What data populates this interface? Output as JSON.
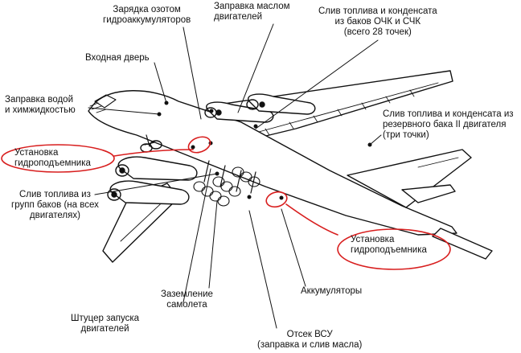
{
  "callouts": {
    "nitrogen": [
      "Зарядка озотом",
      "гидроаккумуляторов"
    ],
    "oil": [
      "Заправка маслом",
      "двигателей"
    ],
    "fuel_ochk": [
      "Слив топлива и конденсата",
      "из баков ОЧК и СЧК",
      "(всего 28 точек)"
    ],
    "door": [
      "Входная дверь"
    ],
    "water": [
      "Заправка водой",
      "и химжидкостью"
    ],
    "fuel_reserve": [
      "Слив топлива и конденсата из",
      "резервного бака II двигателя",
      "(три точки)"
    ],
    "lift_left": [
      "Установка",
      "гидроподъемника"
    ],
    "fuel_groups": [
      "Слив топлива из",
      "групп баков (на всех",
      "двигателях)"
    ],
    "lift_right": [
      "Установка",
      "гидроподъемника"
    ],
    "ground": [
      "Заземление",
      "самолета"
    ],
    "batteries": [
      "Аккумуляторы"
    ],
    "start": [
      "Штуцер запуска",
      "двигателей"
    ],
    "apu": [
      "Отсек ВСУ",
      "(заправка и слив масла)"
    ]
  },
  "colors": {
    "ink": "#111111",
    "highlight": "#d81e1e"
  }
}
